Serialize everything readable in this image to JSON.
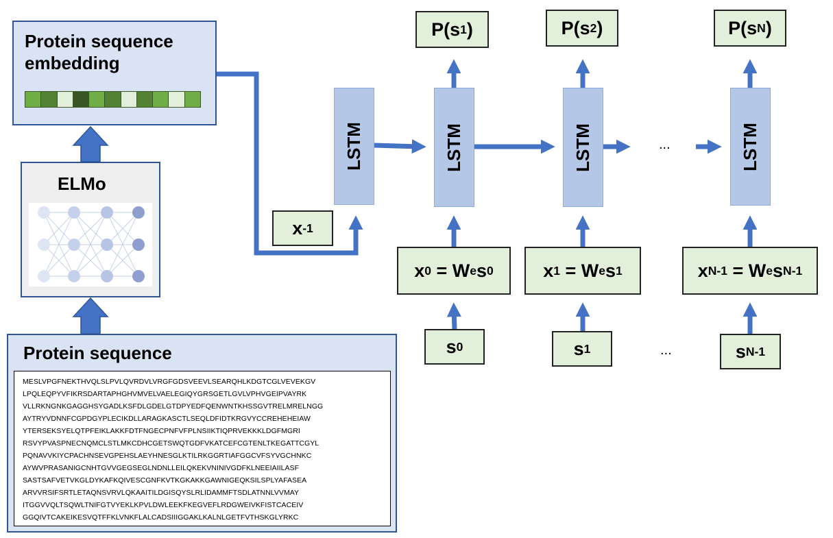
{
  "embedding": {
    "title": "Protein sequence embedding"
  },
  "elmo": {
    "title": "ELMo"
  },
  "protein": {
    "title": "Protein sequence",
    "lines": [
      "MESLVPGFNEKTHVQLSLPVLQVRDVLVRGFGDSVEEVLSEARQHLKDGTCGLVEVEKGV",
      "LPQLEQPYVFIKRSDARTAPHGHVMVELVAELEGIQYGRSGETLGVLVPHVGEIPVAYRK",
      "VLLRKNGNKGAGGHSYGADLKSFDLGDELGTDPYEDFQENWNTKHSSGVTRELMRELNGG",
      "AYTRYVDNNFCGPDGYPLECIKDLLARAGKASCTLSEQLDFIDTKRGVYCCREHEHEIAW",
      "YTERSEKSYELQTPFEIKLAKKFDTFNGECPNFVFPLNSIIKTIQPRVEKKKLDGFMGRI",
      "RSVYPVASPNECNQMCLSTLMKCDHCGETSWQTGDFVKATCEFCGTENLTKEGATTCGYL",
      "PQNAVVKIYCPACHNSEVGPEHSLAEYHNESGLKTILRKGGRTIAFGGCVFSYVGCHNKC",
      "AYWVPRASANIGCNHTGVVGEGSEGLNDNLLEILQKEKVNINIVGDFKLNEEIAIILASF",
      "SASTSAFVETVKGLDYKAFKQIVESCGNFKVTKGKAKKGAWNIGEQKSILSPLYAFASEA",
      "ARVVRSIFSRTLETAQNSVRVLQKAAITILDGISQYSLRLIDAMMFTSDLATNNLVVMAY",
      "ITGGVVQLTSQWLTNIFGTVYEKLKPVLDWLEEKFKEGVEFLRDGWEIVKFISTCACEIV",
      "GGQIVTCAKEIKESVQTFFKLVNKFLALCADSIIIGGAKLKALNLGETFVTHSKGLYRKC"
    ]
  },
  "lstm": {
    "label": "LSTM"
  },
  "x_minus1": {
    "base": "x",
    "sub": "-1"
  },
  "ellipsis": "...",
  "eq0": {
    "x": "x",
    "i": "0",
    "eq": " = W",
    "e": "e",
    "s": "s",
    "j": "0"
  },
  "eq1": {
    "x": "x",
    "i": "1",
    "eq": " = W",
    "e": "e",
    "s": "s",
    "j": "1"
  },
  "eqN": {
    "x": "x",
    "i": "N-1",
    "eq": " = W",
    "e": "e",
    "s": "s",
    "j": "N-1"
  },
  "s0": {
    "base": "s",
    "sub": "0"
  },
  "s1": {
    "base": "s",
    "sub": "1"
  },
  "sN": {
    "base": "s",
    "sub": "N-1"
  },
  "p1": {
    "pre": "P(s",
    "sub": "1",
    "post": ")"
  },
  "p2": {
    "pre": "P(s",
    "sub": "2",
    "post": ")"
  },
  "pN": {
    "pre": "P(s",
    "sub": "N",
    "post": ")"
  },
  "colors": {
    "arrow": "#4472c4",
    "box_blue": "#dae3f3",
    "lstm_fill": "#b4c7e7",
    "green_fill": "#e2efda",
    "border_dark": "#2f5597"
  }
}
